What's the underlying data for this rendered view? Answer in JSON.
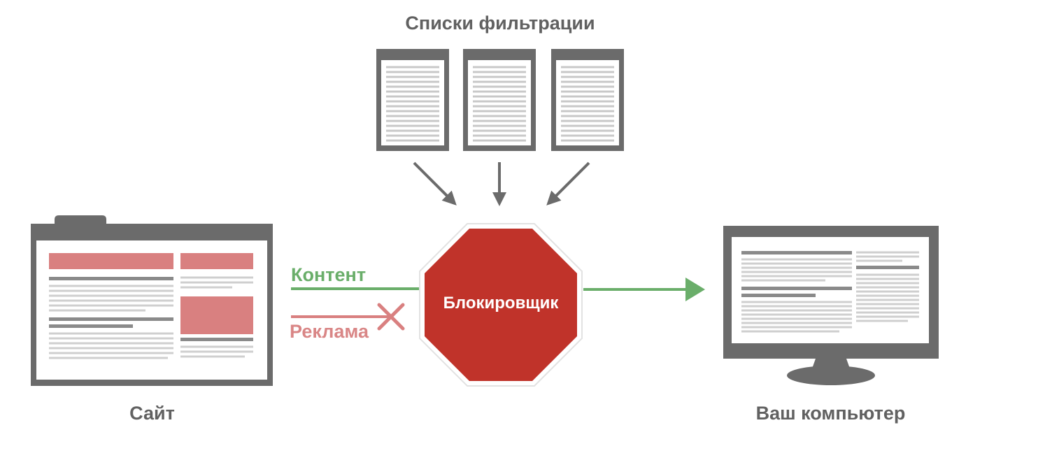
{
  "diagram": {
    "filter_lists_label": "Списки фильтрации",
    "site_label": "Сайт",
    "computer_label": "Ваш компьютер",
    "content_label": "Контент",
    "ad_label": "Реклама",
    "blocker_label": "Блокировщик"
  },
  "colors": {
    "gray": "#6b6b6b",
    "line_gray": "#c8c8c8",
    "ad_pink": "#d98080",
    "content_green": "#6aae6a",
    "blocker_red": "#c0332a"
  }
}
